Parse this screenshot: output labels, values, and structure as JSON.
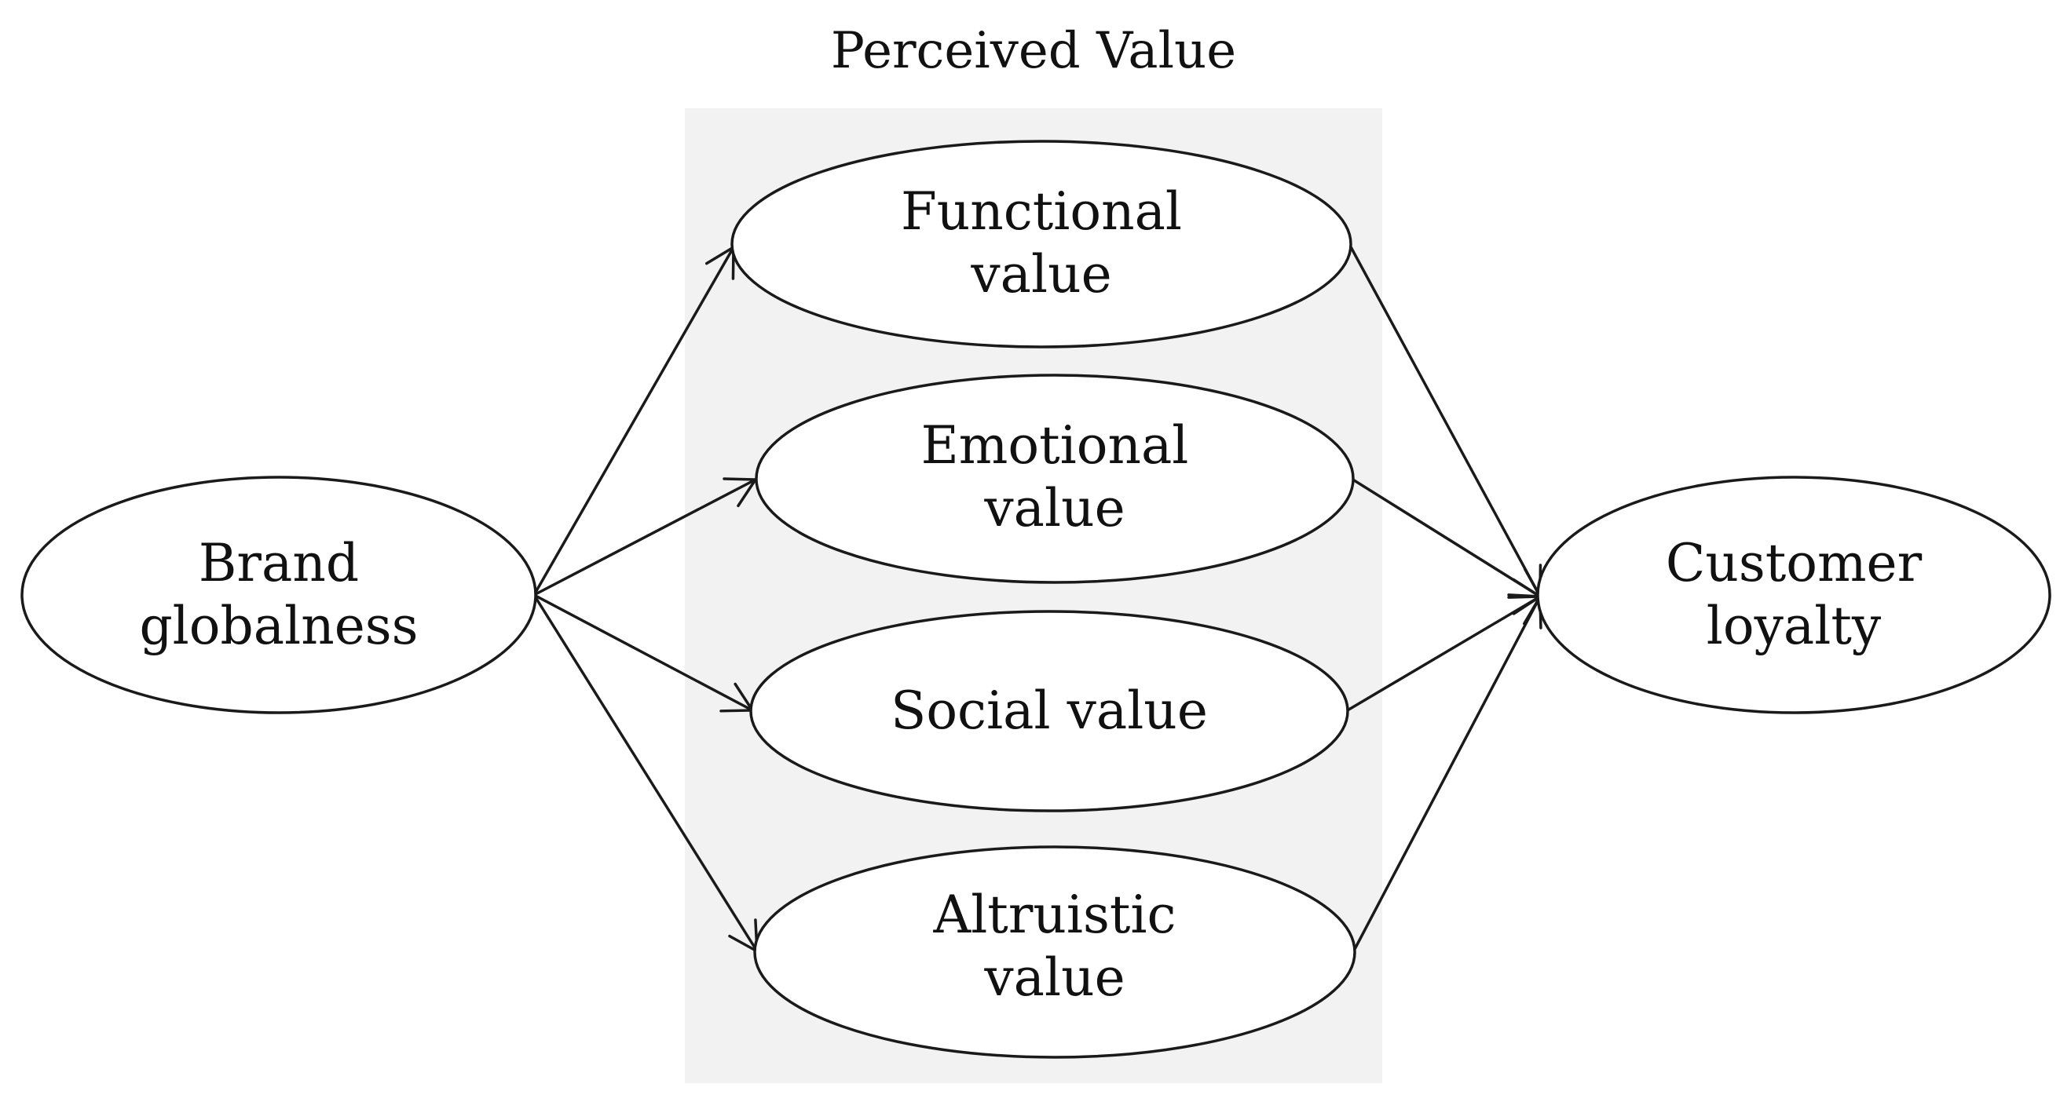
{
  "diagram": {
    "group_title": "Perceived Value",
    "group_fill": "#f2f2f2",
    "nodes": {
      "brand_globalness": [
        "Brand",
        "globalness"
      ],
      "functional_value": [
        "Functional",
        "value"
      ],
      "emotional_value": [
        "Emotional",
        "value"
      ],
      "social_value": [
        "Social value"
      ],
      "altruistic_value": [
        "Altruistic",
        "value"
      ],
      "customer_loyalty": [
        "Customer",
        "loyalty"
      ]
    },
    "edges": [
      {
        "from": "brand_globalness",
        "to": "functional_value"
      },
      {
        "from": "brand_globalness",
        "to": "emotional_value"
      },
      {
        "from": "brand_globalness",
        "to": "social_value"
      },
      {
        "from": "brand_globalness",
        "to": "altruistic_value"
      },
      {
        "from": "functional_value",
        "to": "customer_loyalty"
      },
      {
        "from": "emotional_value",
        "to": "customer_loyalty"
      },
      {
        "from": "social_value",
        "to": "customer_loyalty"
      },
      {
        "from": "altruistic_value",
        "to": "customer_loyalty"
      }
    ]
  }
}
